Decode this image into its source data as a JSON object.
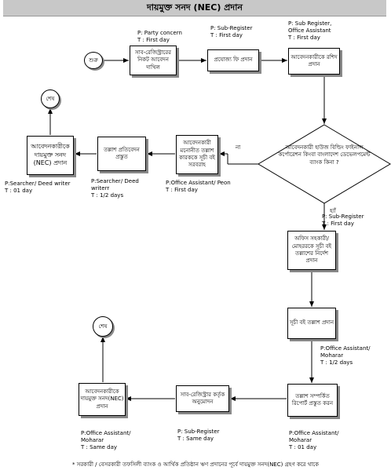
{
  "title": "দায়মুক্ত সনদ (NEC) প্রদান",
  "start_label": "শুরু",
  "end_label_1": "শেষ",
  "end_label_2": "শেষ",
  "boxes": {
    "b1": "সাব-রেজিস্ট্রারের নিকট আবেদন দাখিল",
    "b2": "প্রযোজ্য ফি প্রদান",
    "b3": "আবেদনকারীকে রশিদ প্রদান",
    "decision": "আবেদনকারী হাউজ বিল্ডিং ফাইনান্স কর্পোরেশন কিংবা বাংলাদেশ ডেভেলপমেন্ট ব্যাংক কিনা ?",
    "b_left1": "আবেদনকারী মনোনীত তল্লাশ কারককে সূচী বই সরবরাহ",
    "b_left2": "তল্লাশ প্রতিবেদন প্রস্তুত",
    "b_left3": "আবেদনকারীকে দায়মুক্ত সনদ (NEC) প্রদান",
    "b_r1": "অফিস সহকারী/ মোহররকে সূচী বই তল্লাশের নির্দেশ প্রদান",
    "b_r2": "সূচী বই তল্লাশ প্রদান",
    "b_r3": "তল্লাশ সম্পর্কিত রিপোর্ট প্রস্তুত করন",
    "b_bot2": "সাব-রেজিস্ট্রার কর্তৃক অনুমোদন",
    "b_bot1": "আবেদনকারীকে দায়মুক্ত সনদ(NEC) প্রদান"
  },
  "labels": {
    "no": "না",
    "yes": "হ্যাঁ"
  },
  "notes": {
    "n1": [
      "P: Party concern",
      "T : First day"
    ],
    "n2": [
      "P: Sub-Register",
      "T : First day"
    ],
    "n3": [
      "P: Sub Register,",
      "Office Assistant",
      "T : First day"
    ],
    "n_left1": [
      "P:Office Assistant/ Peon",
      "T : First day"
    ],
    "n_left2": [
      "P:Searcher/ Deed",
      "writerr",
      "T : 1/2 days"
    ],
    "n_left3": [
      "P:Searcher/ Deed writer",
      "T : 01 day"
    ],
    "n_yes": [
      "P: Sub-Register",
      "T : First day"
    ],
    "n_r2": [
      "P:Office Assistant/",
      "Moharar",
      "T : 1/2 days"
    ],
    "n_r3": [
      "P:Office Assistant/",
      "Moharar",
      "T : 01 day"
    ],
    "n_bot2": [
      "P: Sub-Register",
      "T : Same day"
    ],
    "n_bot1": [
      "P:Office Assistant/",
      "Moharar",
      "T : Same day"
    ]
  },
  "footer": "* সরকারী / বেসরকারী তফসিলী ব্যাংক ও আর্থিক প্রতিষ্ঠান ঋণ প্রদানের পূর্বে দায়মুক্ত সনদ(NEC) গ্রহণ করে থাকে"
}
